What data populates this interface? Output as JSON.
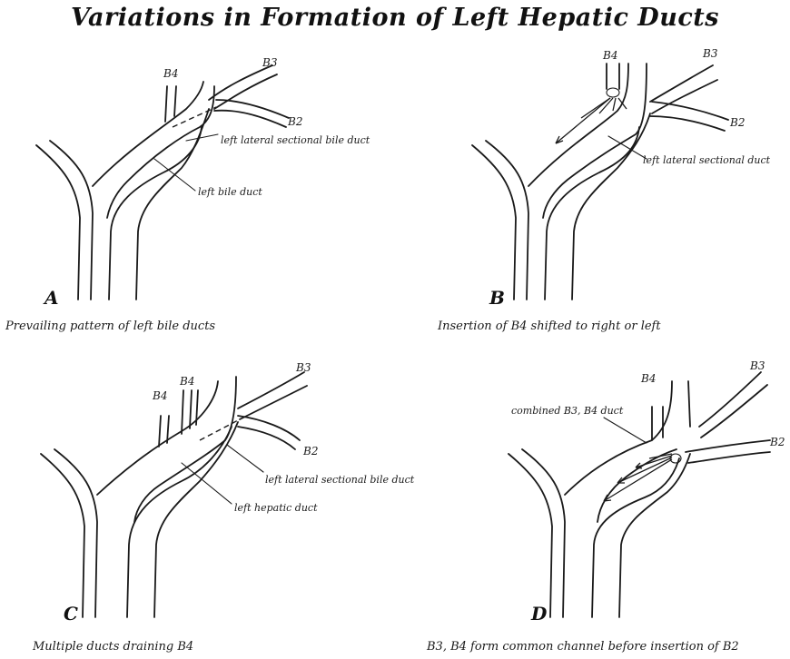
{
  "title": "Variations in Formation of Left Hepatic Ducts",
  "panels": [
    {
      "letter": "A",
      "caption": "Prevailing pattern of left bile ducts",
      "segments": [
        "B4",
        "B3",
        "B2"
      ],
      "labels": [
        "left lateral sectional bile duct",
        "left bile duct"
      ]
    },
    {
      "letter": "B",
      "caption": "Insertion of B4 shifted to right or left",
      "segments": [
        "B4",
        "B3",
        "B2"
      ],
      "labels": [
        "left lateral sectional duct"
      ]
    },
    {
      "letter": "C",
      "caption": "Multiple ducts draining B4",
      "segments": [
        "B4",
        "B4",
        "B3",
        "B2"
      ],
      "labels": [
        "left lateral sectional bile duct",
        "left hepatic duct"
      ]
    },
    {
      "letter": "D",
      "caption": "B3, B4 form common channel before insertion of B2",
      "segments": [
        "B4",
        "B3",
        "B2"
      ],
      "labels": [
        "combined B3, B4 duct"
      ]
    }
  ]
}
